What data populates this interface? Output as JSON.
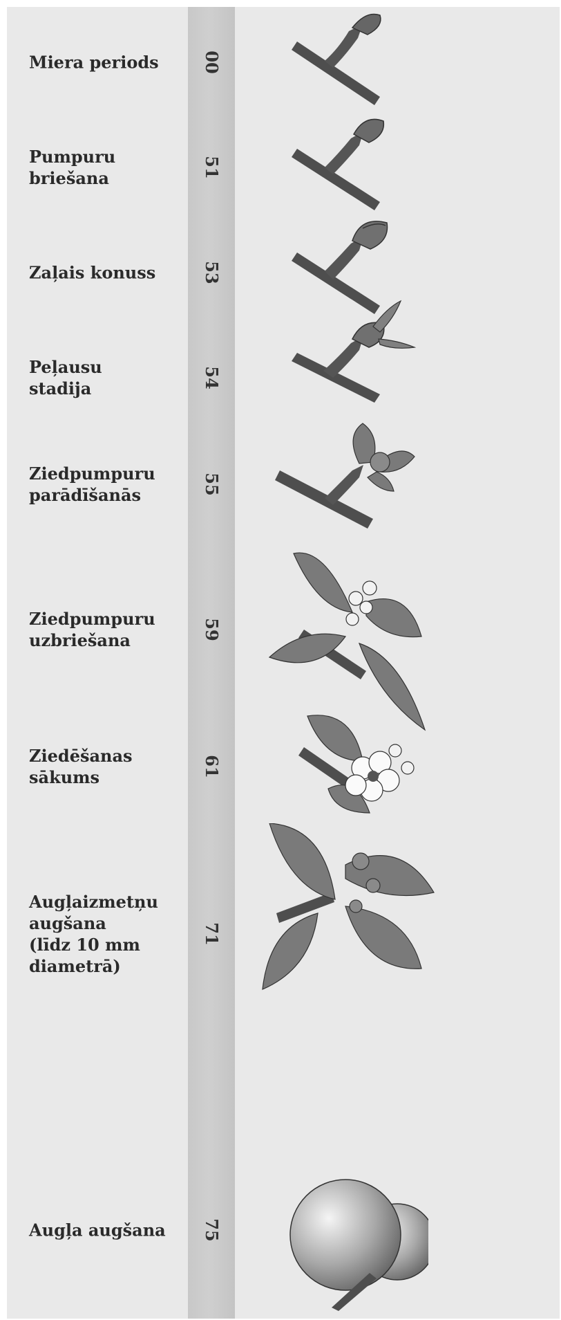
{
  "stages": [
    {
      "label": [
        "Miera periods"
      ],
      "code": "00",
      "illustration": "dormant-twig"
    },
    {
      "label": [
        "Pumpuru",
        "briešana"
      ],
      "code": "51",
      "illustration": "swelling-bud"
    },
    {
      "label": [
        "Zaļais konuss"
      ],
      "code": "53",
      "illustration": "green-tip"
    },
    {
      "label": [
        "Peļausu",
        "stadija"
      ],
      "code": "54",
      "illustration": "mouse-ear"
    },
    {
      "label": [
        "Ziedpumpuru",
        "parādīšanās"
      ],
      "code": "55",
      "illustration": "flower-buds-visible"
    },
    {
      "label": [
        "Ziedpumpuru",
        "uzbriešana"
      ],
      "code": "59",
      "illustration": "flower-buds-swelling"
    },
    {
      "label": [
        "Ziedēšanas",
        "sākums"
      ],
      "code": "61",
      "illustration": "first-flower"
    },
    {
      "label": [
        "Augļaizmetņu",
        "augšana",
        "(līdz 10 mm",
        "diametrā)"
      ],
      "code": "71",
      "illustration": "fruitlets"
    },
    {
      "label": [
        "Augļa augšana"
      ],
      "code": "75",
      "illustration": "growing-fruit"
    }
  ],
  "colors": {
    "background": "#e9e9e9",
    "band": "#c8c8c8",
    "text": "#2a2a2a",
    "twig": "#4e4e4e",
    "leaf": "#7a7a7a"
  }
}
